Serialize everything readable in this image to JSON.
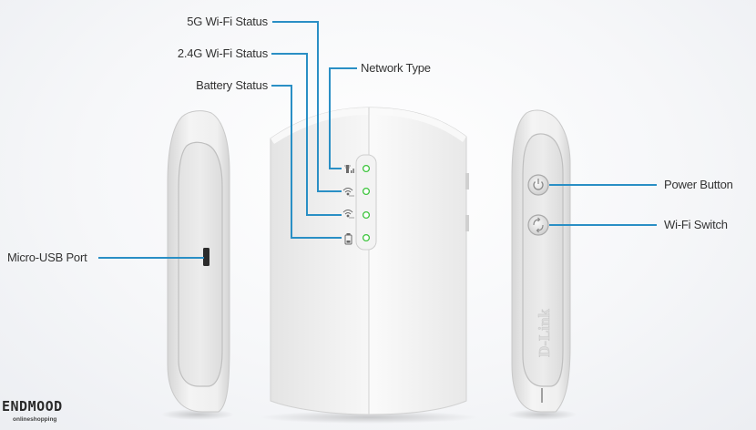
{
  "labels": {
    "wifi_5g_status": "5G Wi-Fi Status",
    "wifi_24g_status": "2.4G Wi-Fi Status",
    "network_type": "Network Type",
    "battery_status": "Battery Status",
    "power_button": "Power Button",
    "wifi_switch": "Wi-Fi Switch",
    "micro_usb_port": "Micro-USB Port"
  },
  "device": {
    "brand": "D-Link"
  },
  "indicator_icons": [
    "signal-icon",
    "wifi-5g-icon",
    "wifi-24g-icon",
    "battery-icon"
  ],
  "colors": {
    "callout_line": "#2a8fc5",
    "led": "#3cc43c",
    "device_body": "#eeeeee"
  },
  "watermark": {
    "title": "ENDMOOD",
    "subtitle": "onlineshopping"
  }
}
